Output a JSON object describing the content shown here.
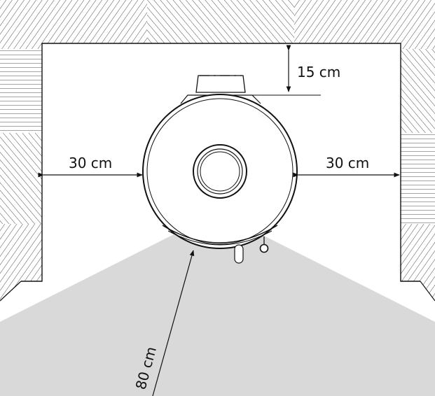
{
  "labels": {
    "top_clearance": "15 cm",
    "left_clearance": "30 cm",
    "right_clearance": "30 cm",
    "front_radius": "80 cm"
  },
  "colors": {
    "wall_fill": "#ffffff",
    "wall_hatch": "#3a3a3a",
    "floor_zone": "#d9d9d9",
    "stove_body": "#ffffff",
    "line": "#111111"
  }
}
